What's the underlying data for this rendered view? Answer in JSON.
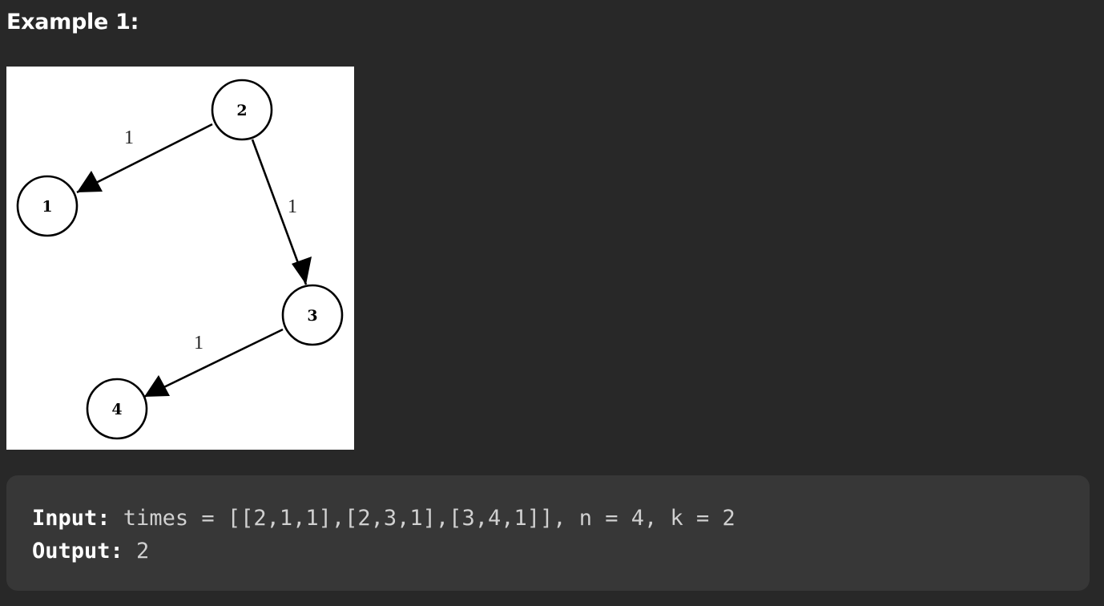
{
  "example": {
    "title": "Example 1:"
  },
  "graph": {
    "nodes": [
      {
        "id": "2",
        "label": "2"
      },
      {
        "id": "1",
        "label": "1"
      },
      {
        "id": "3",
        "label": "3"
      },
      {
        "id": "4",
        "label": "4"
      }
    ],
    "edges": [
      {
        "from": "2",
        "to": "1",
        "weight": "1"
      },
      {
        "from": "2",
        "to": "3",
        "weight": "1"
      },
      {
        "from": "3",
        "to": "4",
        "weight": "1"
      }
    ]
  },
  "code": {
    "input_label": "Input:",
    "input_value": " times = [[2,1,1],[2,3,1],[3,4,1]], n = 4, k = 2",
    "output_label": "Output:",
    "output_value": " 2"
  },
  "colors": {
    "background": "#282828",
    "code_background": "#373737",
    "heading_text": "#ffffff",
    "code_text": "#d0d0d0",
    "figure_background": "#ffffff"
  }
}
